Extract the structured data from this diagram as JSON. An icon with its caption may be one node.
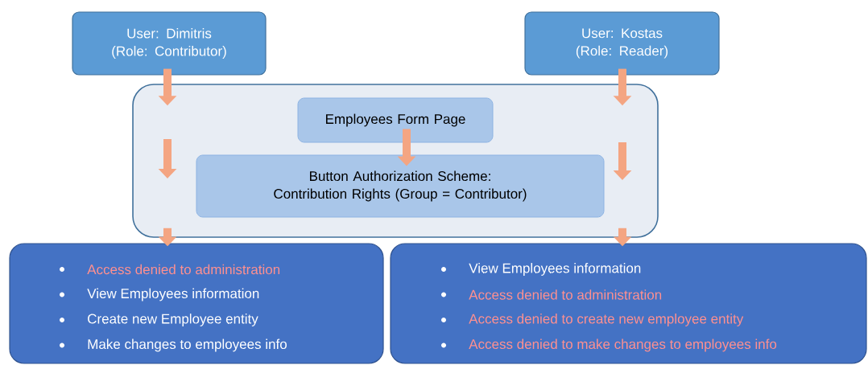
{
  "diagram": {
    "nodes": [
      {
        "text": [
          "User: Dimitris (Role: Contributor)"
        ]
      },
      {
        "text": [
          "User: Kostas (Role: Reader)"
        ]
      },
      {
        "text": [],
        "shape": "box"
      },
      {
        "text": [
          "Employees Form Page"
        ],
        "in": 2
      },
      {
        "text": [
          "Button Authorization Scheme: Contribution Rights (Group = Contributor)"
        ],
        "in": 2
      },
      {
        "text": [
          "Access denied to administration",
          "View Employees information",
          "Create new Employee entity",
          "Make changes to employees info"
        ]
      },
      {
        "text": [
          "View Employees information",
          "Access denied to administration",
          "Access denied to create new employee entity",
          "Access denied to make changes to employees info"
        ]
      }
    ],
    "edges": [
      {
        "from": 0,
        "to": 2,
        "arrow": "to"
      },
      {
        "from": 1,
        "to": 2,
        "arrow": "to"
      },
      {
        "from": 3,
        "to": 4,
        "arrow": "to"
      },
      {
        "from": 2,
        "to": 5,
        "arrow": "to"
      },
      {
        "from": 2,
        "to": 6,
        "arrow": "to"
      }
    ]
  }
}
